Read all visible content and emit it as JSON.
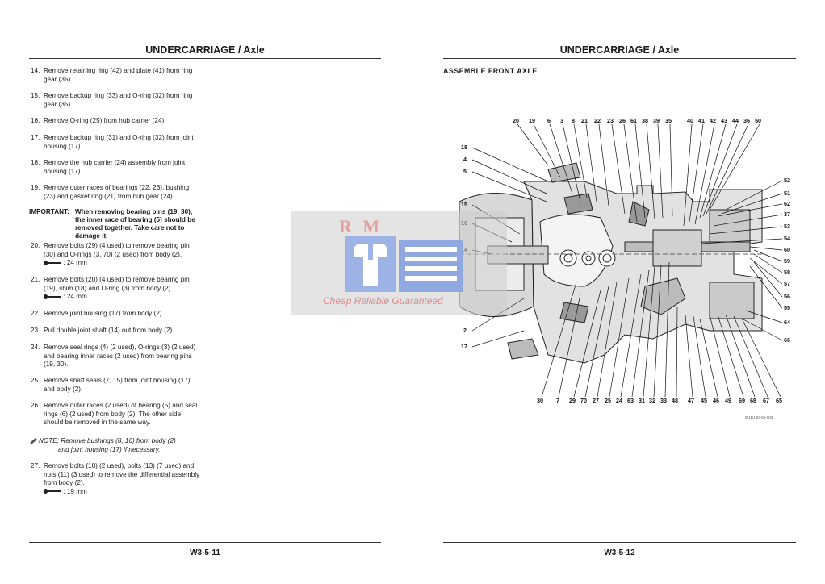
{
  "left_page": {
    "header": "UNDERCARRIAGE / Axle",
    "steps": [
      {
        "num": "14.",
        "text": "Remove retaining ring (42) and plate (41) from ring gear (35)."
      },
      {
        "num": "15.",
        "text": "Remove backup ring (33) and O-ring (32) from ring gear (35)."
      },
      {
        "num": "16.",
        "text": "Remove O-ring (25) from hub carrier (24)."
      },
      {
        "num": "17.",
        "text": "Remove backup ring (31) and O-ring (32) from joint housing (17)."
      },
      {
        "num": "18.",
        "text": "Remove the hub carrier (24) assembly from joint housing (17)."
      },
      {
        "num": "19.",
        "text": "Remove outer races of bearings (22, 26), bushing (23) and gasket ring (21) from hub gear (24)."
      },
      {
        "num": "20.",
        "text": "Remove bolts (29) (4 used) to remove bearing pin (30) and O-rings (3, 70) (2 used) from body (2).",
        "tool": ": 24 mm"
      },
      {
        "num": "21.",
        "text": "Remove bolts (20) (4 used) to remove bearing pin (19), shim (18) and O-ring (3) from body (2).",
        "tool": ": 24 mm"
      },
      {
        "num": "22.",
        "text": "Remove joint housing (17) from body (2)."
      },
      {
        "num": "23.",
        "text": "Pull double joint shaft (14) out from body (2)."
      },
      {
        "num": "24.",
        "text": "Remove seal rings (4) (2 used), O-rings (3) (2 used) and bearing inner races (2 used) from bearing pins (19, 30)."
      },
      {
        "num": "25.",
        "text": "Remove shaft seals (7, 15) from joint housing (17) and body (2)."
      },
      {
        "num": "26.",
        "text": "Remove outer races (2 used) of bearing (5) and seal rings (6) (2 used) from body (2). The other side should be removed in the same way."
      },
      {
        "num": "27.",
        "text": "Remove bolts (10) (2 used), bolts (13) (7 used) and nuts (11) (3 used) to remove the differential assembly from body (2).",
        "tool": ": 19 mm"
      }
    ],
    "important_lead": "IMPORTANT:",
    "important_body": "When removing bearing pins (19, 30), the inner race of bearing (5) should be removed together. Take care not to damage it.",
    "note_lead": "NOTE: Remove bushings (8, 16) from body (2)",
    "note_rest": "and joint housing (17) if necessary.",
    "page_number": "W3-5-11"
  },
  "right_page": {
    "header": "UNDERCARRIAGE / Axle",
    "subtitle": "ASSEMBLE FRONT AXLE",
    "page_number": "W3-5-12",
    "figure_code": "W1DJ-03-05-003",
    "callouts_top": [
      "20",
      "19",
      "6",
      "3",
      "8",
      "21",
      "22",
      "23",
      "26",
      "61",
      "38",
      "39",
      "35",
      "40",
      "41",
      "42",
      "43",
      "44",
      "36",
      "50"
    ],
    "callouts_left": [
      "18",
      "4",
      "5",
      "15",
      "16",
      "14",
      "2",
      "17"
    ],
    "callouts_right": [
      "52",
      "51",
      "62",
      "37",
      "53",
      "54",
      "60",
      "59",
      "58",
      "57",
      "56",
      "55",
      "64",
      "66"
    ],
    "callouts_bottom": [
      "30",
      "7",
      "29",
      "70",
      "27",
      "25",
      "24",
      "63",
      "31",
      "32",
      "33",
      "48",
      "47",
      "45",
      "46",
      "49",
      "69",
      "68",
      "67",
      "65"
    ]
  },
  "watermark": {
    "brand": "R M",
    "tagline": "Cheap Reliable Guaranteed"
  }
}
